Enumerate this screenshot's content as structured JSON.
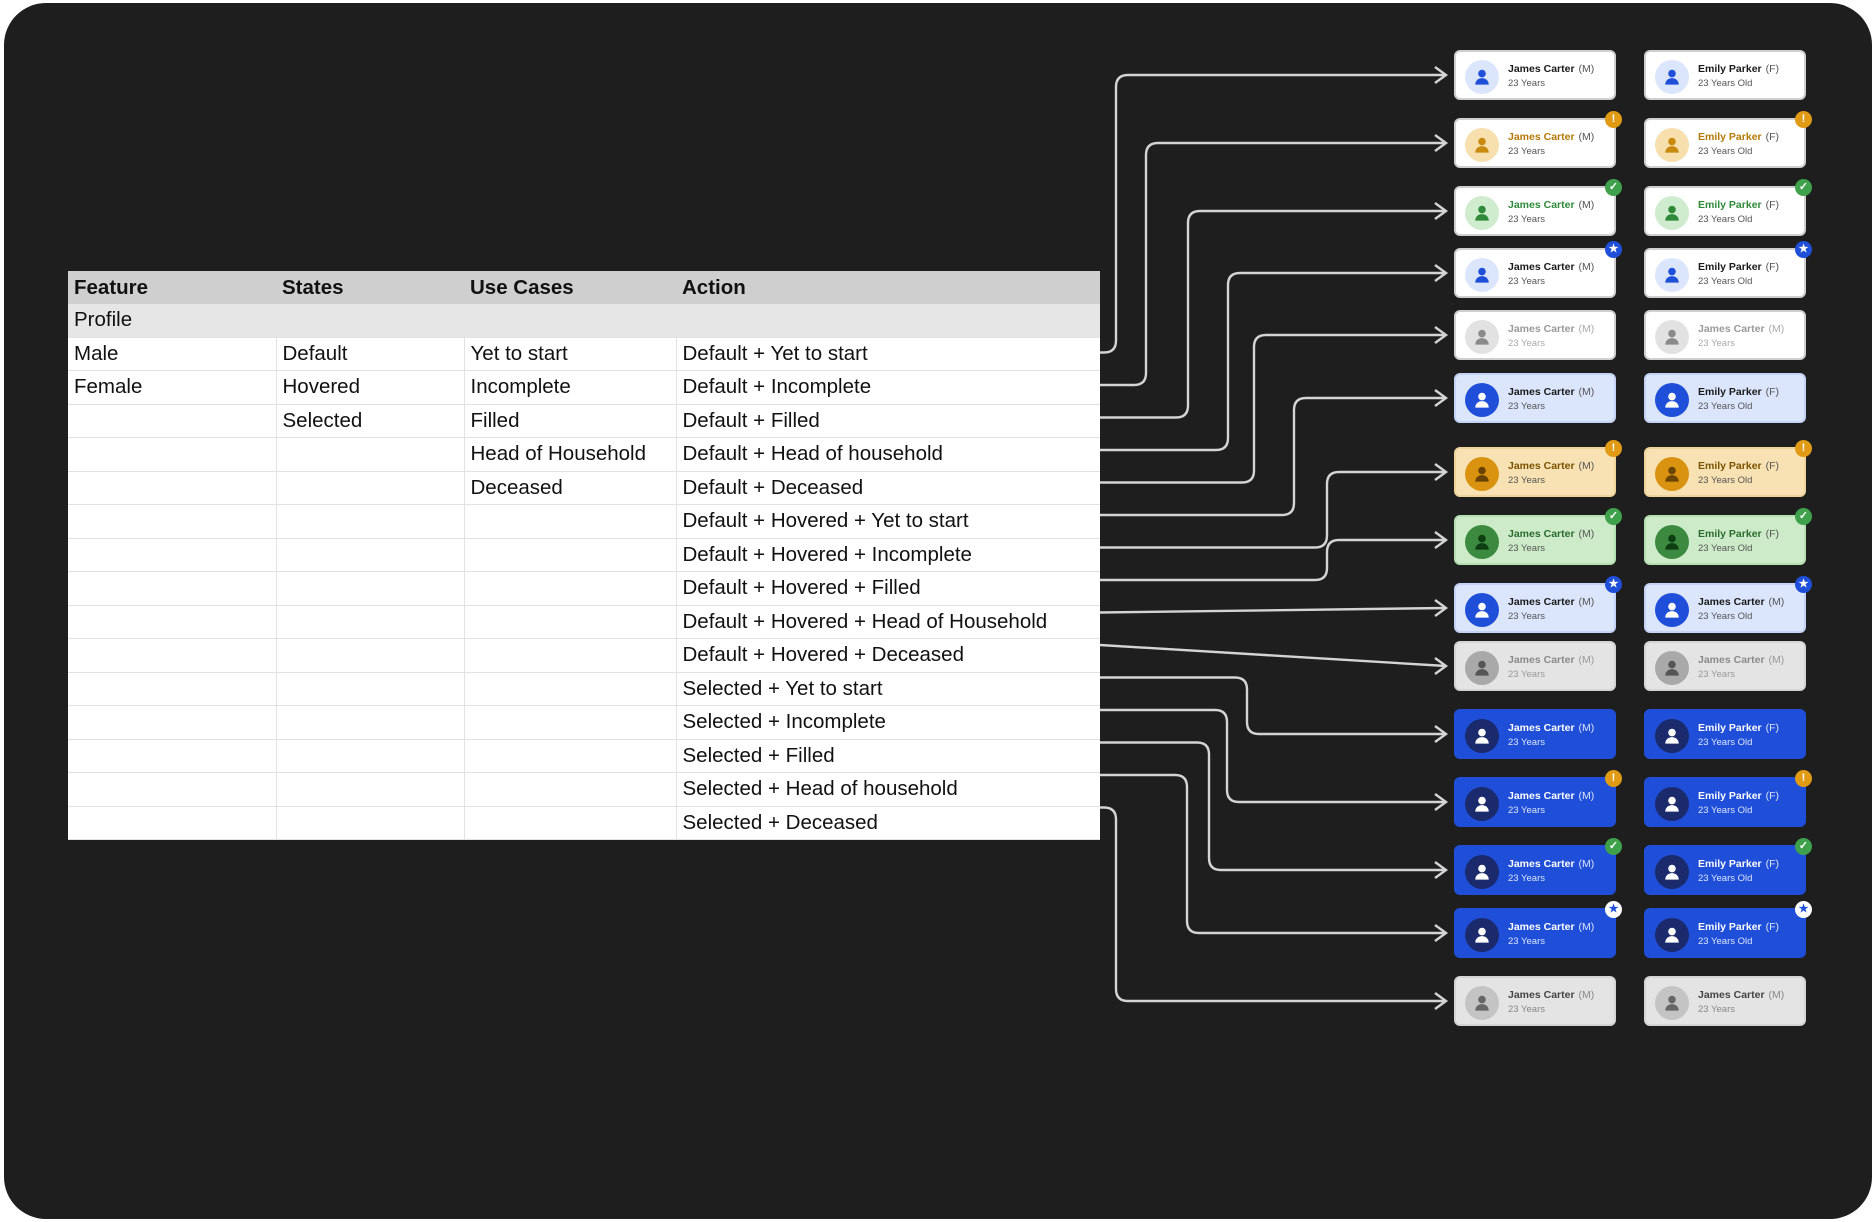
{
  "colors": {
    "canvas": "#1e1e1e",
    "connector": "#d4d4d4",
    "table_header": "#cfcfcf",
    "table_section": "#e6e6e6",
    "blue": "#1f4fd8",
    "navy": "#1a2a6c",
    "amber": "#e09a14",
    "green": "#3fa14b",
    "grey": "#9a9a9a"
  },
  "table": {
    "headers": [
      "Feature",
      "States",
      "Use Cases",
      "Action"
    ],
    "section": "Profile",
    "rows": [
      [
        "Male",
        "Default",
        "Yet to start",
        "Default + Yet to start"
      ],
      [
        "Female",
        "Hovered",
        "Incomplete",
        "Default + Incomplete"
      ],
      [
        "",
        "Selected",
        "Filled",
        "Default + Filled"
      ],
      [
        "",
        "",
        "Head of Household",
        "Default + Head of household"
      ],
      [
        "",
        "",
        "Deceased",
        "Default + Deceased"
      ],
      [
        "",
        "",
        "",
        "Default + Hovered + Yet to start"
      ],
      [
        "",
        "",
        "",
        "Default + Hovered + Incomplete"
      ],
      [
        "",
        "",
        "",
        "Default + Hovered + Filled"
      ],
      [
        "",
        "",
        "",
        "Default + Hovered + Head of Household"
      ],
      [
        "",
        "",
        "",
        "Default + Hovered + Deceased"
      ],
      [
        "",
        "",
        "",
        "Selected + Yet to start"
      ],
      [
        "",
        "",
        "",
        "Selected + Incomplete"
      ],
      [
        "",
        "",
        "",
        "Selected + Filled"
      ],
      [
        "",
        "",
        "",
        "Selected + Head of household"
      ],
      [
        "",
        "",
        "",
        "Selected + Deceased"
      ]
    ]
  },
  "card_rows": [
    {
      "variant": "default",
      "badge": "none",
      "male": {
        "name": "James Carter",
        "gender": "(M)",
        "age": "23 Years"
      },
      "female": {
        "name": "Emily Parker",
        "gender": "(F)",
        "age": "23 Years Old"
      }
    },
    {
      "variant": "default-incomplete",
      "badge": "incomplete",
      "male": {
        "name": "James Carter",
        "gender": "(M)",
        "age": "23 Years"
      },
      "female": {
        "name": "Emily Parker",
        "gender": "(F)",
        "age": "23 Years Old"
      }
    },
    {
      "variant": "default-filled",
      "badge": "filled",
      "male": {
        "name": "James Carter",
        "gender": "(M)",
        "age": "23 Years"
      },
      "female": {
        "name": "Emily Parker",
        "gender": "(F)",
        "age": "23 Years Old"
      }
    },
    {
      "variant": "default-head",
      "badge": "head",
      "male": {
        "name": "James Carter",
        "gender": "(M)",
        "age": "23 Years"
      },
      "female": {
        "name": "Emily Parker",
        "gender": "(F)",
        "age": "23 Years Old"
      }
    },
    {
      "variant": "default-deceased",
      "badge": "none",
      "male": {
        "name": "James Carter",
        "gender": "(M)",
        "age": "23 Years"
      },
      "female": {
        "name": "James Carter",
        "gender": "(M)",
        "age": "23 Years"
      }
    },
    {
      "variant": "hovered",
      "badge": "none",
      "male": {
        "name": "James Carter",
        "gender": "(M)",
        "age": "23 Years"
      },
      "female": {
        "name": "Emily Parker",
        "gender": "(F)",
        "age": "23 Years Old"
      }
    },
    {
      "variant": "hovered-incomplete",
      "badge": "incomplete",
      "male": {
        "name": "James Carter",
        "gender": "(M)",
        "age": "23 Years"
      },
      "female": {
        "name": "Emily Parker",
        "gender": "(F)",
        "age": "23 Years Old"
      }
    },
    {
      "variant": "hovered-filled",
      "badge": "filled",
      "male": {
        "name": "James Carter",
        "gender": "(M)",
        "age": "23 Years"
      },
      "female": {
        "name": "Emily Parker",
        "gender": "(F)",
        "age": "23 Years Old"
      }
    },
    {
      "variant": "hovered-head",
      "badge": "head",
      "male": {
        "name": "James Carter",
        "gender": "(M)",
        "age": "23 Years"
      },
      "female": {
        "name": "James Carter",
        "gender": "(M)",
        "age": "23 Years Old"
      }
    },
    {
      "variant": "hovered-deceased",
      "badge": "none",
      "male": {
        "name": "James Carter",
        "gender": "(M)",
        "age": "23 Years"
      },
      "female": {
        "name": "James Carter",
        "gender": "(M)",
        "age": "23 Years"
      }
    },
    {
      "variant": "selected",
      "badge": "none",
      "male": {
        "name": "James Carter",
        "gender": "(M)",
        "age": "23 Years"
      },
      "female": {
        "name": "Emily Parker",
        "gender": "(F)",
        "age": "23 Years Old"
      }
    },
    {
      "variant": "selected-incomplete",
      "badge": "incomplete",
      "male": {
        "name": "James Carter",
        "gender": "(M)",
        "age": "23 Years"
      },
      "female": {
        "name": "Emily Parker",
        "gender": "(F)",
        "age": "23 Years Old"
      }
    },
    {
      "variant": "selected-filled",
      "badge": "filled",
      "male": {
        "name": "James Carter",
        "gender": "(M)",
        "age": "23 Years"
      },
      "female": {
        "name": "Emily Parker",
        "gender": "(F)",
        "age": "23 Years Old"
      }
    },
    {
      "variant": "selected-head",
      "badge": "head-selected",
      "male": {
        "name": "James Carter",
        "gender": "(M)",
        "age": "23 Years"
      },
      "female": {
        "name": "Emily Parker",
        "gender": "(F)",
        "age": "23 Years Old"
      }
    },
    {
      "variant": "selected-deceased",
      "badge": "none",
      "male": {
        "name": "James Carter",
        "gender": "(M)",
        "age": "23 Years"
      },
      "female": {
        "name": "James Carter",
        "gender": "(M)",
        "age": "23 Years"
      }
    }
  ]
}
